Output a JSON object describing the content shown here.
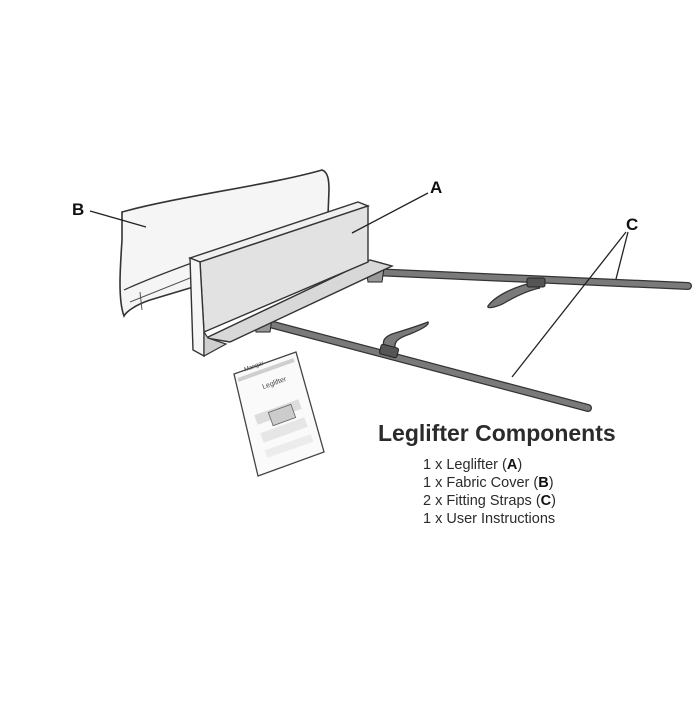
{
  "callouts": {
    "a": "A",
    "b": "B",
    "c": "C"
  },
  "booklet": {
    "brand": "Mangar",
    "title": "Leglifter"
  },
  "components": {
    "title": "Leglifter Components",
    "items": [
      {
        "prefix": "1 x Leglifter (",
        "code": "A",
        "suffix": ")"
      },
      {
        "prefix": "1 x Fabric Cover (",
        "code": "B",
        "suffix": ")"
      },
      {
        "prefix": "2 x Fitting Straps (",
        "code": "C",
        "suffix": ")"
      },
      {
        "prefix": "1 x User Instructions",
        "code": "",
        "suffix": ""
      }
    ]
  },
  "colors": {
    "line": "#333333",
    "strap": "#6f6f6f",
    "panel": "#e4e4e4",
    "cover": "#f4f4f4"
  }
}
